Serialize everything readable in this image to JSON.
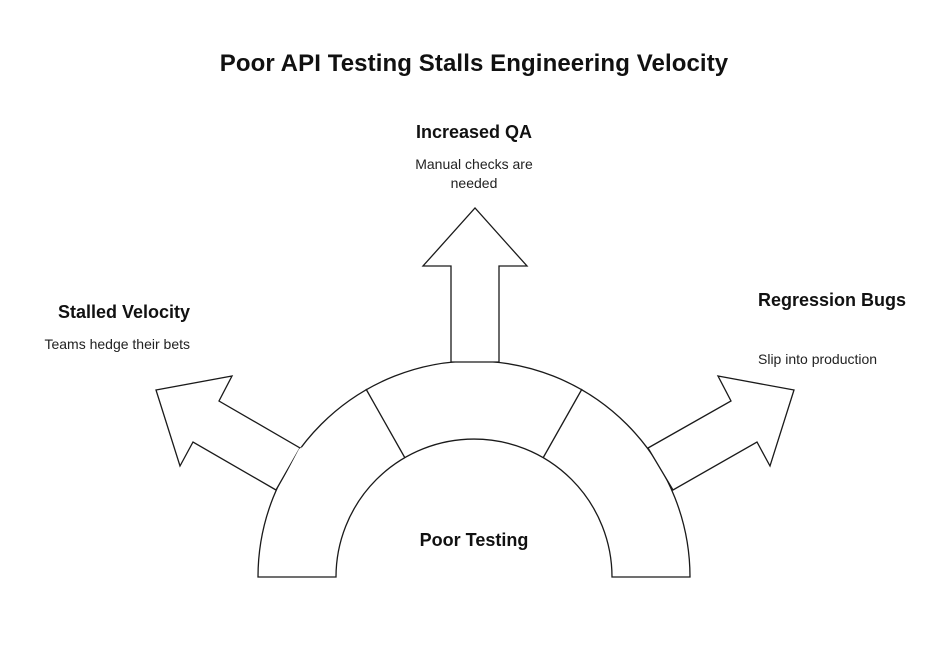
{
  "title": "Poor API Testing Stalls Engineering Velocity",
  "center": {
    "label": "Poor Testing"
  },
  "branches": [
    {
      "heading": "Stalled Velocity",
      "description": "Teams hedge their bets",
      "position": "left"
    },
    {
      "heading": "Increased QA",
      "description": "Manual checks are needed",
      "position": "top"
    },
    {
      "heading": "Regression Bugs",
      "description": "Slip into production",
      "position": "right"
    }
  ]
}
